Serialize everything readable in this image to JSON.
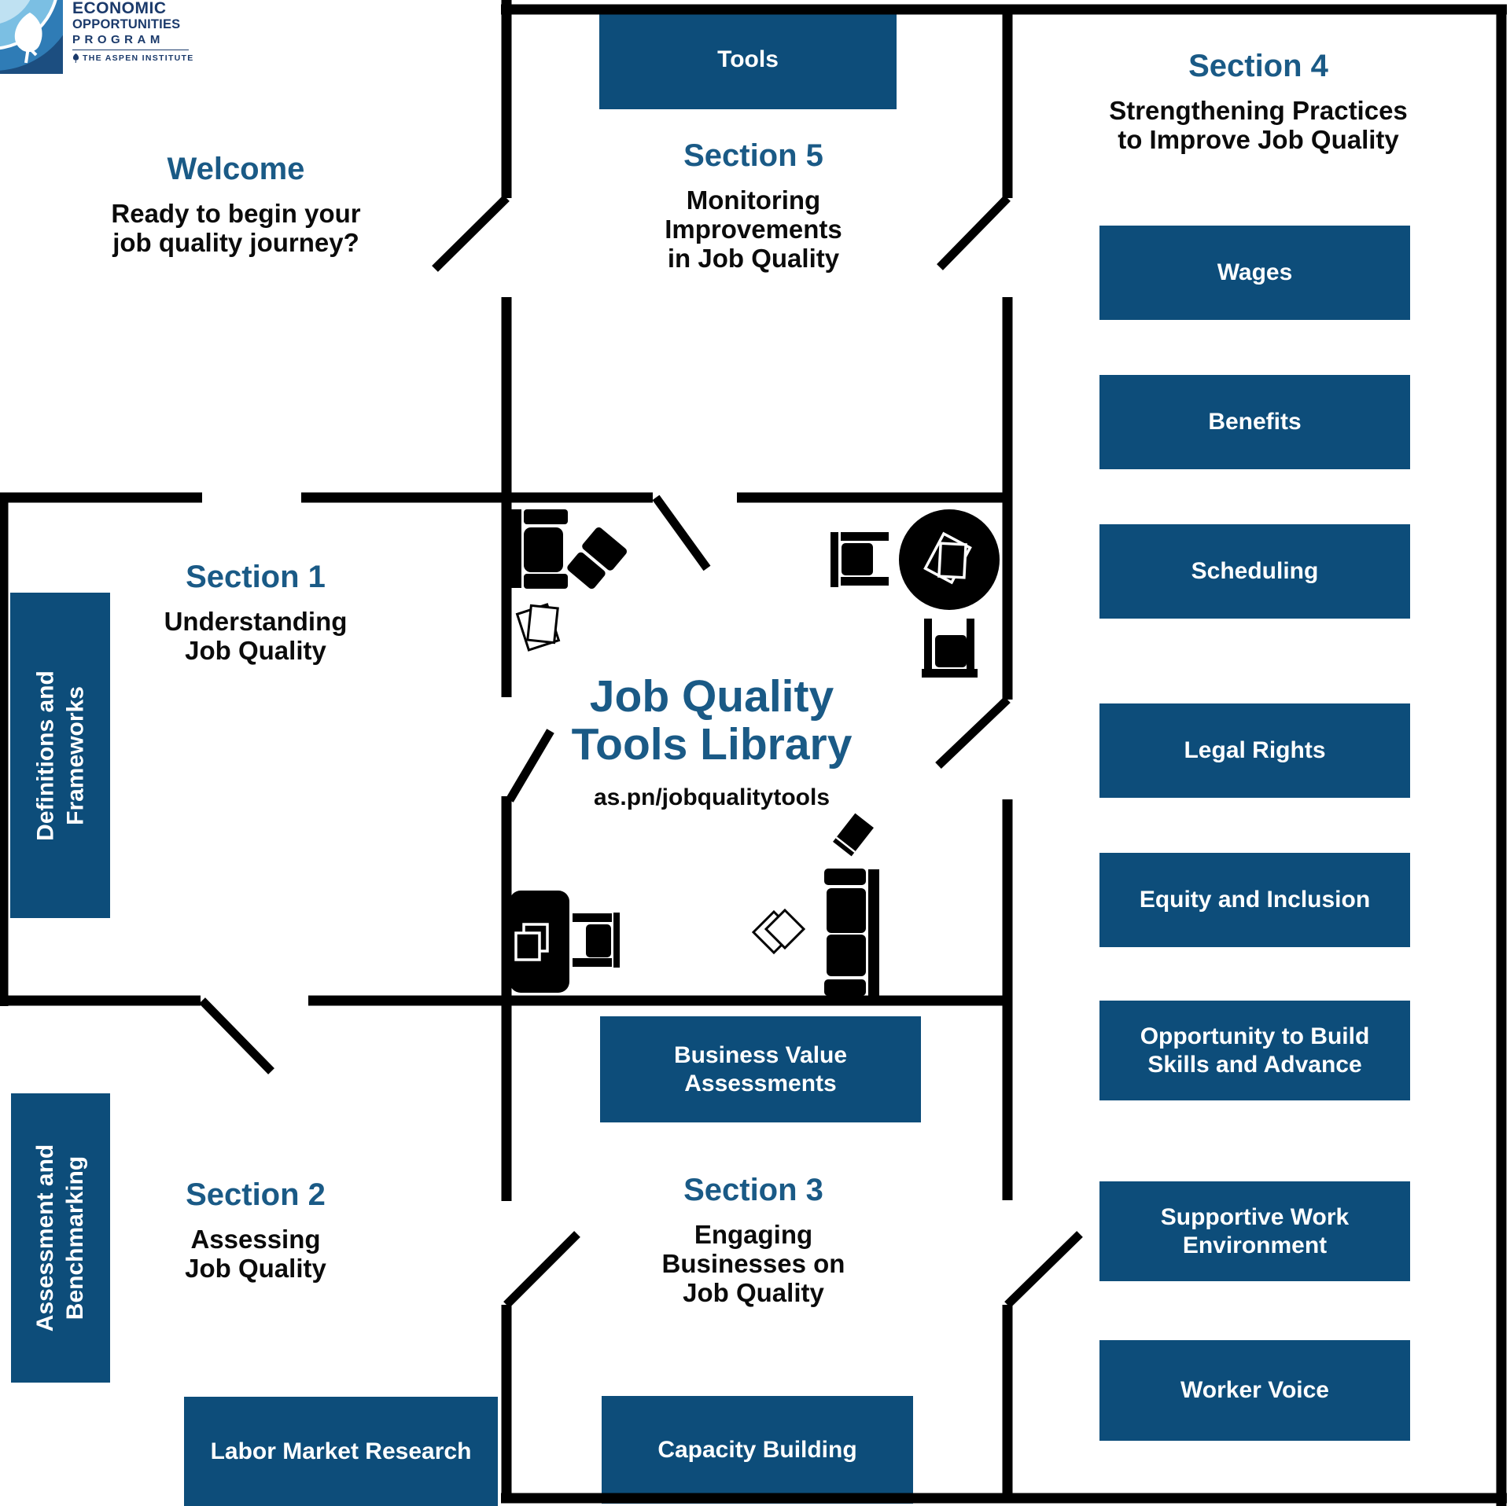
{
  "logo": {
    "line1": "ECONOMIC",
    "line2": "OPPORTUNITIES",
    "line3": "PROGRAM",
    "line4": "THE ASPEN INSTITUTE"
  },
  "center": {
    "title_line1": "Job Quality",
    "title_line2": "Tools Library",
    "url": "as.pn/jobqualitytools"
  },
  "rooms": {
    "welcome": {
      "title": "Welcome",
      "lines": [
        "Ready to begin your",
        "job quality journey?"
      ]
    },
    "section1": {
      "title": "Section 1",
      "lines": [
        "Understanding",
        "Job Quality"
      ]
    },
    "section2": {
      "title": "Section 2",
      "lines": [
        "Assessing",
        "Job Quality"
      ]
    },
    "section3": {
      "title": "Section 3",
      "lines": [
        "Engaging",
        "Businesses on",
        "Job Quality"
      ]
    },
    "section4": {
      "title": "Section 4",
      "lines": [
        "Strengthening Practices",
        "to Improve Job Quality"
      ]
    },
    "section5": {
      "title": "Section 5",
      "lines": [
        "Monitoring",
        "Improvements",
        "in Job Quality"
      ]
    }
  },
  "sidebars": {
    "definitions": {
      "line1": "Definitions and",
      "line2": "Frameworks"
    },
    "assessment": {
      "line1": "Assessment and",
      "line2": "Benchmarking"
    }
  },
  "buttons": {
    "tools": "Tools",
    "wages": "Wages",
    "benefits": "Benefits",
    "scheduling": "Scheduling",
    "legal_rights": "Legal Rights",
    "equity": "Equity and Inclusion",
    "opportunity": "Opportunity to Build Skills and Advance",
    "supportive": "Supportive Work Environment",
    "worker_voice": "Worker Voice",
    "business_value": "Business Value Assessments",
    "labor_market": "Labor Market Research",
    "capacity": "Capacity Building"
  },
  "colors": {
    "button_blue": "#0d4d7a",
    "heading_blue": "#1a5a86",
    "wall_black": "#000000",
    "logo_navy": "#1b3a6b",
    "logo_light_blue": "#bfe1f2",
    "logo_mid_blue": "#7bbfe3",
    "logo_deep_blue": "#2f7cb6"
  }
}
